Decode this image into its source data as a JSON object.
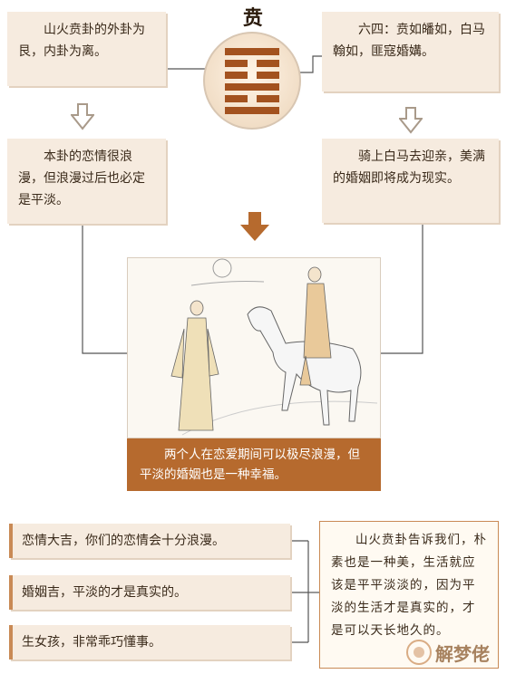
{
  "title": "贲",
  "top_left_box": {
    "text": "山火贲卦的外卦为艮，内卦为离。"
  },
  "top_right_box": {
    "text": "六四：贲如皤如，白马翰如，匪寇婚媾。"
  },
  "mid_left_box": {
    "text": "本卦的恋情很浪漫，但浪漫过后也必定是平淡。"
  },
  "mid_right_box": {
    "text": "骑上白马去迎亲，美满的婚姻即将成为现实。"
  },
  "illustration": {
    "caption": "两个人在恋爱期间可以极尽浪漫，但平淡的婚姻也是一种幸福。"
  },
  "bottom_list": [
    "恋情大吉，你们的恋情会十分浪漫。",
    "婚姻吉，平淡的才是真实的。",
    "生女孩，非常乖巧懂事。"
  ],
  "side_box": {
    "text": "山火贲卦告诉我们，朴素也是一种美，生活就应该是平平淡淡的，因为平淡的生活才是真实的，才是可以天长地久的。"
  },
  "watermark": {
    "text": "解梦佬"
  },
  "hexagram_lines": [
    "yang",
    "yin",
    "yin",
    "yang",
    "yin",
    "yang"
  ],
  "colors": {
    "box_bg": "#f6ebdf",
    "accent": "#b66a2e",
    "hexagram": "#a3521f",
    "arrow": "#c98a55",
    "line": "#555555"
  }
}
